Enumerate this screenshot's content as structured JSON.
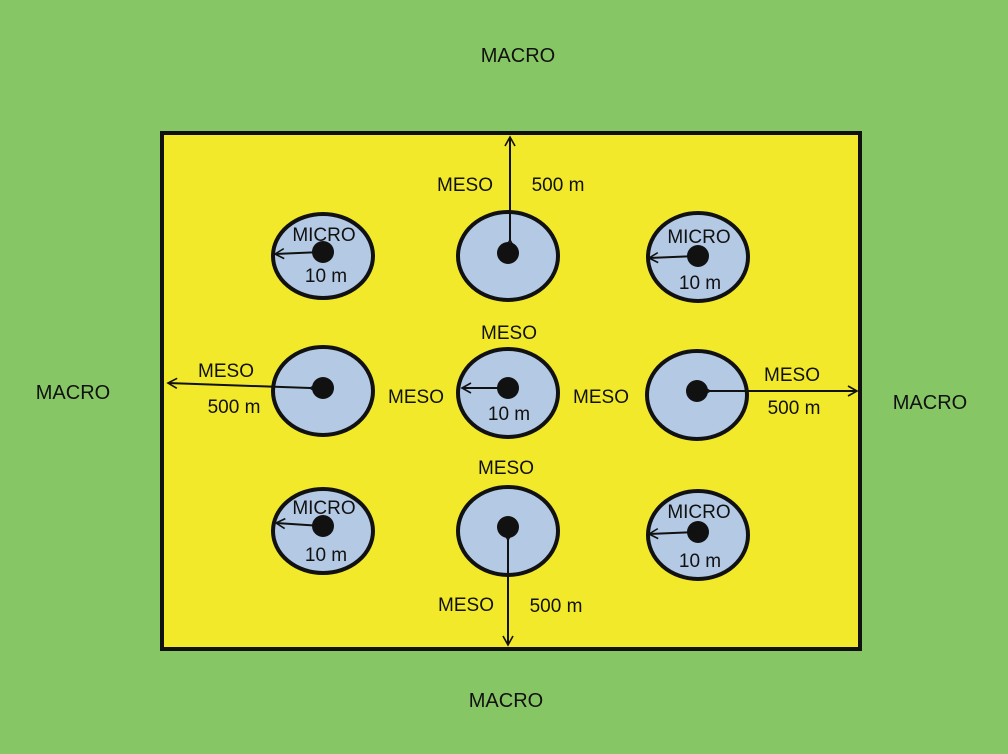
{
  "colors": {
    "outer_zone": "#86c664",
    "inner_zone": "#f1e92a",
    "plot_fill": "#b4c9e4",
    "outline": "#111111"
  },
  "labels": {
    "macro_top": "MACRO",
    "macro_bottom": "MACRO",
    "macro_left": "MACRO",
    "macro_right": "MACRO",
    "meso_top": "MESO",
    "meso_top_distance": "500 m",
    "meso_bottom": "MESO",
    "meso_bottom_distance": "500 m",
    "meso_left": "MESO",
    "meso_left_distance": "500 m",
    "meso_right": "MESO",
    "meso_right_distance": "500 m",
    "meso_center_above": "MESO",
    "meso_center_below": "MESO",
    "meso_center_left": "MESO",
    "meso_center_right": "MESO",
    "center_distance": "10 m",
    "micro_top_left": "MICRO",
    "micro_top_left_distance": "10 m",
    "micro_top_right": "MICRO",
    "micro_top_right_distance": "10 m",
    "micro_bottom_left": "MICRO",
    "micro_bottom_left_distance": "10 m",
    "micro_bottom_right": "MICRO",
    "micro_bottom_right_distance": "10 m"
  }
}
